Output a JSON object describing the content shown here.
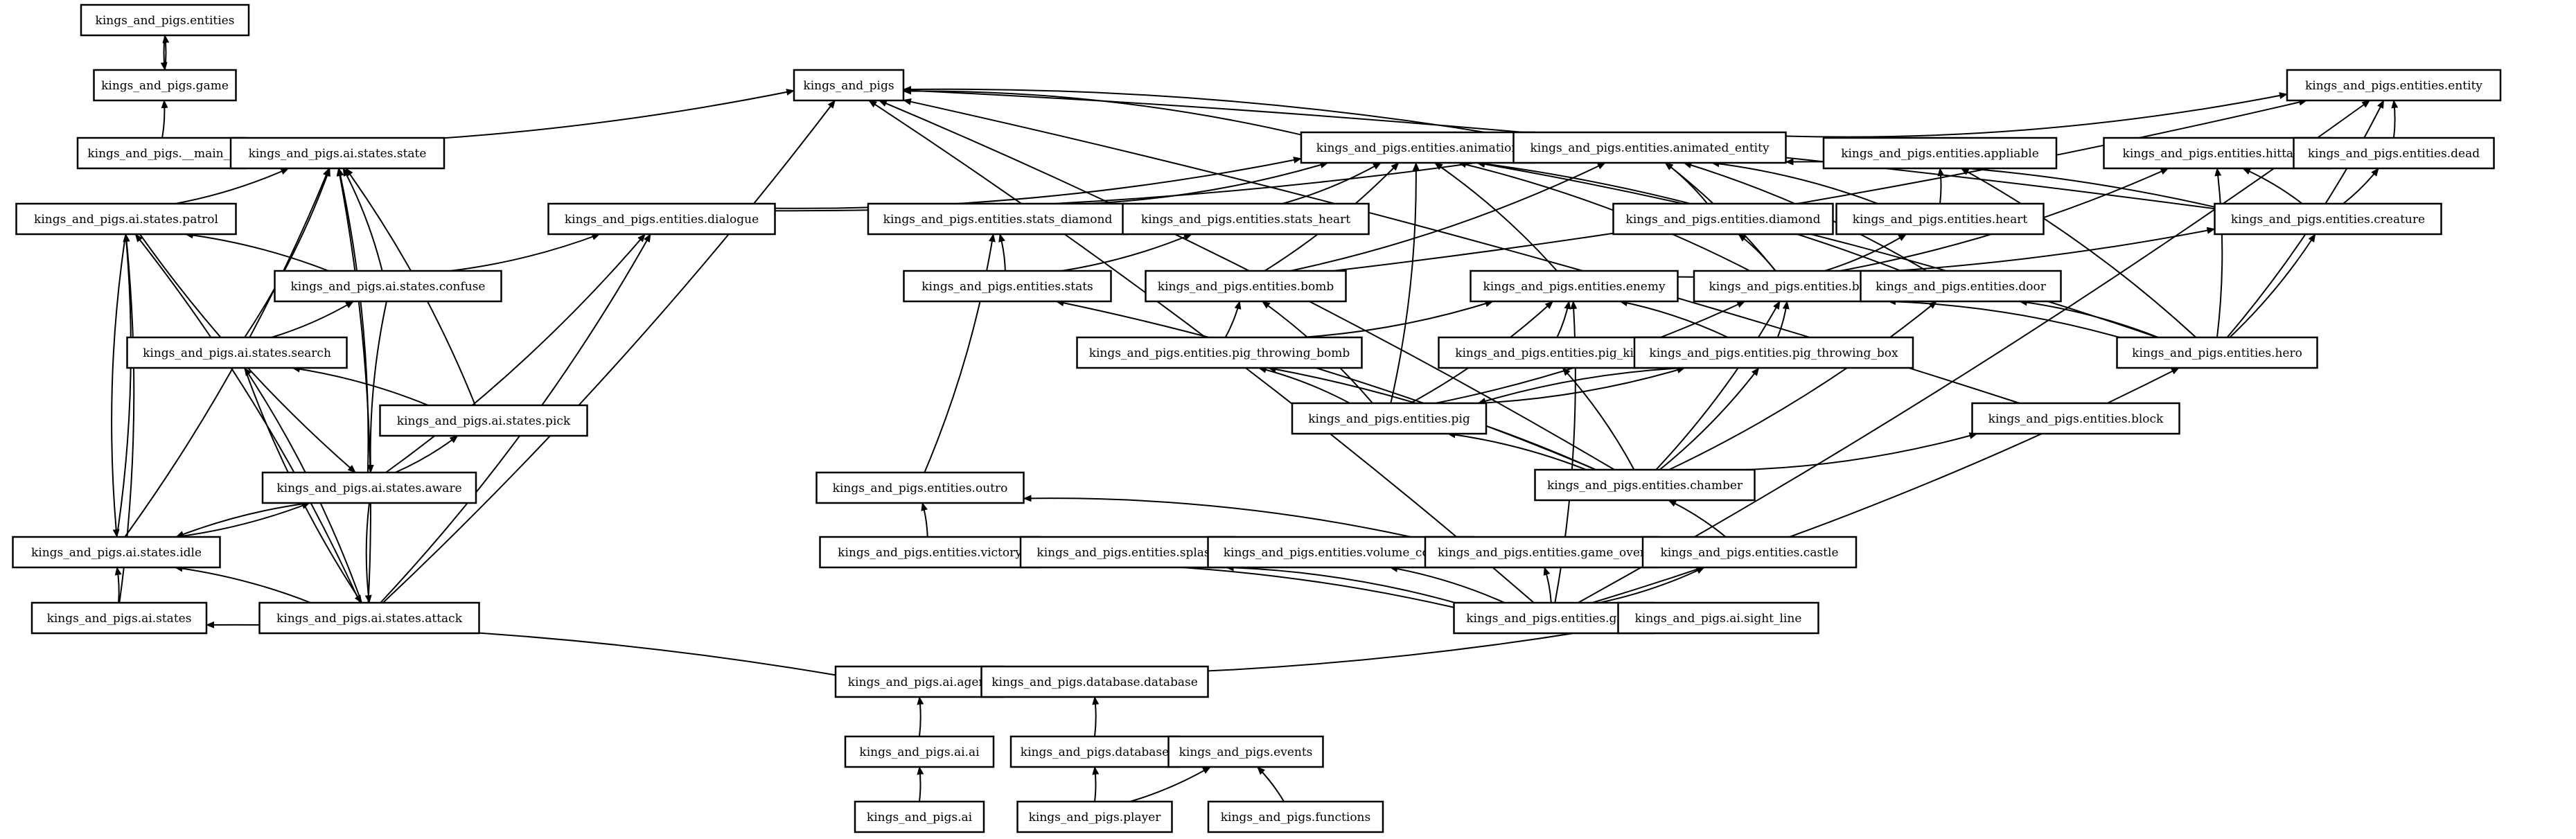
{
  "diagram": {
    "nodes": [
      {
        "id": "kp",
        "label": "kings_and_pigs"
      },
      {
        "id": "entities",
        "label": "kings_and_pigs.entities"
      },
      {
        "id": "game",
        "label": "kings_and_pigs.game"
      },
      {
        "id": "main",
        "label": "kings_and_pigs.__main__"
      },
      {
        "id": "state",
        "label": "kings_and_pigs.ai.states.state"
      },
      {
        "id": "patrol",
        "label": "kings_and_pigs.ai.states.patrol"
      },
      {
        "id": "confuse",
        "label": "kings_and_pigs.ai.states.confuse"
      },
      {
        "id": "search",
        "label": "kings_and_pigs.ai.states.search"
      },
      {
        "id": "pick",
        "label": "kings_and_pigs.ai.states.pick"
      },
      {
        "id": "aware",
        "label": "kings_and_pigs.ai.states.aware"
      },
      {
        "id": "idle",
        "label": "kings_and_pigs.ai.states.idle"
      },
      {
        "id": "states",
        "label": "kings_and_pigs.ai.states"
      },
      {
        "id": "attack",
        "label": "kings_and_pigs.ai.states.attack"
      },
      {
        "id": "dialogue",
        "label": "kings_and_pigs.entities.dialogue"
      },
      {
        "id": "agent",
        "label": "kings_and_pigs.ai.agent"
      },
      {
        "id": "ai",
        "label": "kings_and_pigs.ai.ai"
      },
      {
        "id": "aipkg",
        "label": "kings_and_pigs.ai"
      },
      {
        "id": "dbdb",
        "label": "kings_and_pigs.database.database"
      },
      {
        "id": "db",
        "label": "kings_and_pigs.database"
      },
      {
        "id": "events",
        "label": "kings_and_pigs.events"
      },
      {
        "id": "player",
        "label": "kings_and_pigs.player"
      },
      {
        "id": "functions",
        "label": "kings_and_pigs.functions"
      },
      {
        "id": "animation",
        "label": "kings_and_pigs.entities.animation"
      },
      {
        "id": "animated",
        "label": "kings_and_pigs.entities.animated_entity"
      },
      {
        "id": "appliable",
        "label": "kings_and_pigs.entities.appliable"
      },
      {
        "id": "entity",
        "label": "kings_and_pigs.entities.entity"
      },
      {
        "id": "hittable",
        "label": "kings_and_pigs.entities.hittable"
      },
      {
        "id": "dead",
        "label": "kings_and_pigs.entities.dead"
      },
      {
        "id": "statsdiamond",
        "label": "kings_and_pigs.entities.stats_diamond"
      },
      {
        "id": "statsheart",
        "label": "kings_and_pigs.entities.stats_heart"
      },
      {
        "id": "diamond",
        "label": "kings_and_pigs.entities.diamond"
      },
      {
        "id": "heart",
        "label": "kings_and_pigs.entities.heart"
      },
      {
        "id": "creature",
        "label": "kings_and_pigs.entities.creature"
      },
      {
        "id": "stats",
        "label": "kings_and_pigs.entities.stats"
      },
      {
        "id": "bomb",
        "label": "kings_and_pigs.entities.bomb"
      },
      {
        "id": "enemy",
        "label": "kings_and_pigs.entities.enemy"
      },
      {
        "id": "box",
        "label": "kings_and_pigs.entities.box"
      },
      {
        "id": "door",
        "label": "kings_and_pigs.entities.door"
      },
      {
        "id": "pigbomb",
        "label": "kings_and_pigs.entities.pig_throwing_bomb"
      },
      {
        "id": "pigking",
        "label": "kings_and_pigs.entities.pig_king"
      },
      {
        "id": "pigbox",
        "label": "kings_and_pigs.entities.pig_throwing_box"
      },
      {
        "id": "hero",
        "label": "kings_and_pigs.entities.hero"
      },
      {
        "id": "pig",
        "label": "kings_and_pigs.entities.pig"
      },
      {
        "id": "block",
        "label": "kings_and_pigs.entities.block"
      },
      {
        "id": "chamber",
        "label": "kings_and_pigs.entities.chamber"
      },
      {
        "id": "outro",
        "label": "kings_and_pigs.entities.outro"
      },
      {
        "id": "victory",
        "label": "kings_and_pigs.entities.victory"
      },
      {
        "id": "splash",
        "label": "kings_and_pigs.entities.splash"
      },
      {
        "id": "volume",
        "label": "kings_and_pigs.entities.volume_control"
      },
      {
        "id": "gameover",
        "label": "kings_and_pigs.entities.game_over"
      },
      {
        "id": "castle",
        "label": "kings_and_pigs.entities.castle"
      },
      {
        "id": "egame",
        "label": "kings_and_pigs.entities.game"
      },
      {
        "id": "sight",
        "label": "kings_and_pigs.ai.sight_line"
      }
    ],
    "edges": [
      [
        "entities",
        "game"
      ],
      [
        "game",
        "entities"
      ],
      [
        "main",
        "game"
      ],
      [
        "main",
        "kp"
      ],
      [
        "patrol",
        "state"
      ],
      [
        "confuse",
        "state"
      ],
      [
        "confuse",
        "patrol"
      ],
      [
        "confuse",
        "dialogue"
      ],
      [
        "confuse",
        "aware"
      ],
      [
        "search",
        "state"
      ],
      [
        "search",
        "confuse"
      ],
      [
        "search",
        "attack"
      ],
      [
        "pick",
        "state"
      ],
      [
        "pick",
        "search"
      ],
      [
        "aware",
        "state"
      ],
      [
        "aware",
        "pick"
      ],
      [
        "aware",
        "dialogue"
      ],
      [
        "aware",
        "attack"
      ],
      [
        "aware",
        "idle"
      ],
      [
        "idle",
        "state"
      ],
      [
        "idle",
        "patrol"
      ],
      [
        "idle",
        "aware"
      ],
      [
        "states",
        "idle"
      ],
      [
        "states",
        "patrol"
      ],
      [
        "attack",
        "state"
      ],
      [
        "attack",
        "idle"
      ],
      [
        "attack",
        "dialogue"
      ],
      [
        "attack",
        "kp"
      ],
      [
        "attack",
        "search"
      ],
      [
        "attack",
        "patrol"
      ],
      [
        "patrol",
        "aware"
      ],
      [
        "patrol",
        "idle"
      ],
      [
        "dialogue",
        "animation"
      ],
      [
        "dialogue",
        "animated"
      ],
      [
        "agent",
        "states"
      ],
      [
        "agent",
        "sight"
      ],
      [
        "ai",
        "agent"
      ],
      [
        "aipkg",
        "ai"
      ],
      [
        "db",
        "dbdb"
      ],
      [
        "player",
        "db"
      ],
      [
        "player",
        "events"
      ],
      [
        "functions",
        "events"
      ],
      [
        "animation",
        "kp"
      ],
      [
        "animated",
        "kp"
      ],
      [
        "animated",
        "animation"
      ],
      [
        "animated",
        "entity"
      ],
      [
        "dead",
        "entity"
      ],
      [
        "statsdiamond",
        "animation"
      ],
      [
        "statsheart",
        "animation"
      ],
      [
        "stats",
        "statsdiamond"
      ],
      [
        "stats",
        "statsheart"
      ],
      [
        "diamond",
        "animated"
      ],
      [
        "heart",
        "animated"
      ],
      [
        "heart",
        "appliable"
      ],
      [
        "creature",
        "animated"
      ],
      [
        "creature",
        "hittable"
      ],
      [
        "creature",
        "dead"
      ],
      [
        "creature",
        "kp"
      ],
      [
        "bomb",
        "animated"
      ],
      [
        "bomb",
        "animation"
      ],
      [
        "bomb",
        "entity"
      ],
      [
        "enemy",
        "creature"
      ],
      [
        "enemy",
        "animation"
      ],
      [
        "box",
        "animated"
      ],
      [
        "box",
        "animation"
      ],
      [
        "box",
        "hittable"
      ],
      [
        "box",
        "diamond"
      ],
      [
        "box",
        "heart"
      ],
      [
        "door",
        "animated"
      ],
      [
        "door",
        "animation"
      ],
      [
        "pigbomb",
        "enemy"
      ],
      [
        "pigbomb",
        "bomb"
      ],
      [
        "pigking",
        "enemy"
      ],
      [
        "pigbox",
        "enemy"
      ],
      [
        "pigbox",
        "box"
      ],
      [
        "pigbox",
        "pig"
      ],
      [
        "hero",
        "creature"
      ],
      [
        "hero",
        "hittable"
      ],
      [
        "hero",
        "box"
      ],
      [
        "hero",
        "door"
      ],
      [
        "hero",
        "entity"
      ],
      [
        "hero",
        "animation"
      ],
      [
        "hero",
        "appliable"
      ],
      [
        "pig",
        "enemy"
      ],
      [
        "pig",
        "bomb"
      ],
      [
        "pig",
        "pigbomb"
      ],
      [
        "pig",
        "pigbox"
      ],
      [
        "pig",
        "animation"
      ],
      [
        "pig",
        "box"
      ],
      [
        "block",
        "kp"
      ],
      [
        "chamber",
        "pig"
      ],
      [
        "chamber",
        "pigking"
      ],
      [
        "chamber",
        "pigbox"
      ],
      [
        "chamber",
        "pigbomb"
      ],
      [
        "chamber",
        "block"
      ],
      [
        "chamber",
        "door"
      ],
      [
        "chamber",
        "box"
      ],
      [
        "chamber",
        "stats"
      ],
      [
        "chamber",
        "kp"
      ],
      [
        "victory",
        "outro"
      ],
      [
        "gameover",
        "outro"
      ],
      [
        "castle",
        "chamber"
      ],
      [
        "egame",
        "victory"
      ],
      [
        "egame",
        "splash"
      ],
      [
        "egame",
        "volume"
      ],
      [
        "egame",
        "gameover"
      ],
      [
        "egame",
        "castle"
      ],
      [
        "egame",
        "hero"
      ],
      [
        "egame",
        "enemy"
      ],
      [
        "egame",
        "entity"
      ],
      [
        "egame",
        "kp"
      ],
      [
        "outro",
        "statsdiamond"
      ]
    ]
  }
}
